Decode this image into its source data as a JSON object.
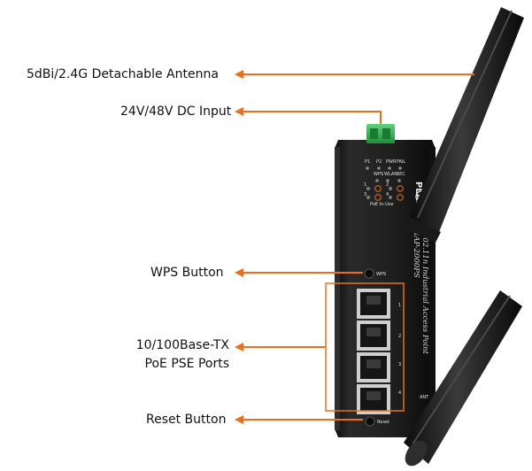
{
  "callouts": {
    "antenna": "5dBi/2.4G Detachable Antenna",
    "dc_input": "24V/48V DC Input",
    "wps_button": "WPS Button",
    "ports_line1": "10/100Base-TX",
    "ports_line2": "PoE PSE Ports",
    "reset_button": "Reset Button"
  },
  "device": {
    "brand": "PLANET",
    "product_name": "802.11n Industrial Access Point",
    "model": "IAP-2000PS",
    "led_labels_row1": [
      "P1",
      "P2",
      "PWR",
      "FAIL"
    ],
    "led_labels_row2": [
      "WPS",
      "WLAN",
      "SEC"
    ],
    "led_port_numbers": [
      "1",
      "2",
      "3",
      "4"
    ],
    "poe_label": "PoE  In-Use",
    "wps_label": "WPS",
    "reset_label": "Reset",
    "port_numbers": [
      "1",
      "2",
      "3",
      "4"
    ],
    "ant_label": "ANT"
  },
  "colors": {
    "arrow": "#e8701e",
    "bracket": "#e8701e",
    "device_body": "#1b1b1b",
    "connector": "#2fb24c"
  }
}
